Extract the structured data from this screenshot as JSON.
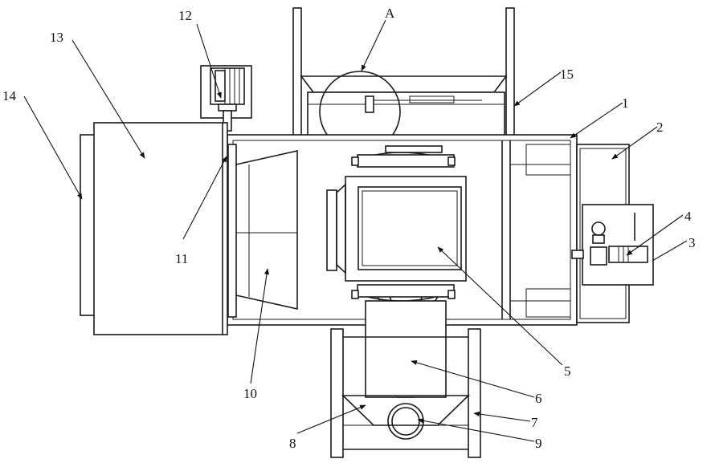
{
  "labels": {
    "A": "A",
    "1": "1",
    "2": "2",
    "3": "3",
    "4": "4",
    "5": "5",
    "6": "6",
    "7": "7",
    "8": "8",
    "9": "9",
    "10": "10",
    "11": "11",
    "12": "12",
    "13": "13",
    "14": "14",
    "15": "15"
  }
}
